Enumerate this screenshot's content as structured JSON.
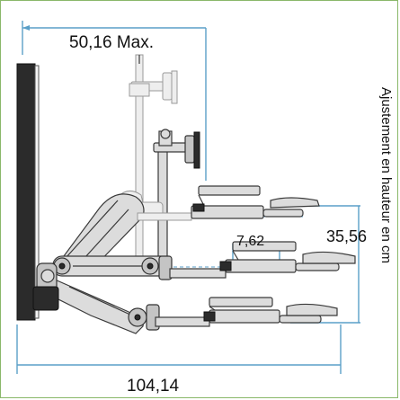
{
  "labels": {
    "max_reach": "50,16 Max.",
    "height_adjust": "Ajustement en hauteur en cm",
    "tray_depth": "7,62",
    "height_range": "35,56",
    "total_reach": "104,14"
  },
  "colors": {
    "dimension_line": "#5a9fc8",
    "frame_border": "#8ab86a",
    "metal_fill": "#dcdcdc",
    "outline": "#3a3a3a"
  }
}
